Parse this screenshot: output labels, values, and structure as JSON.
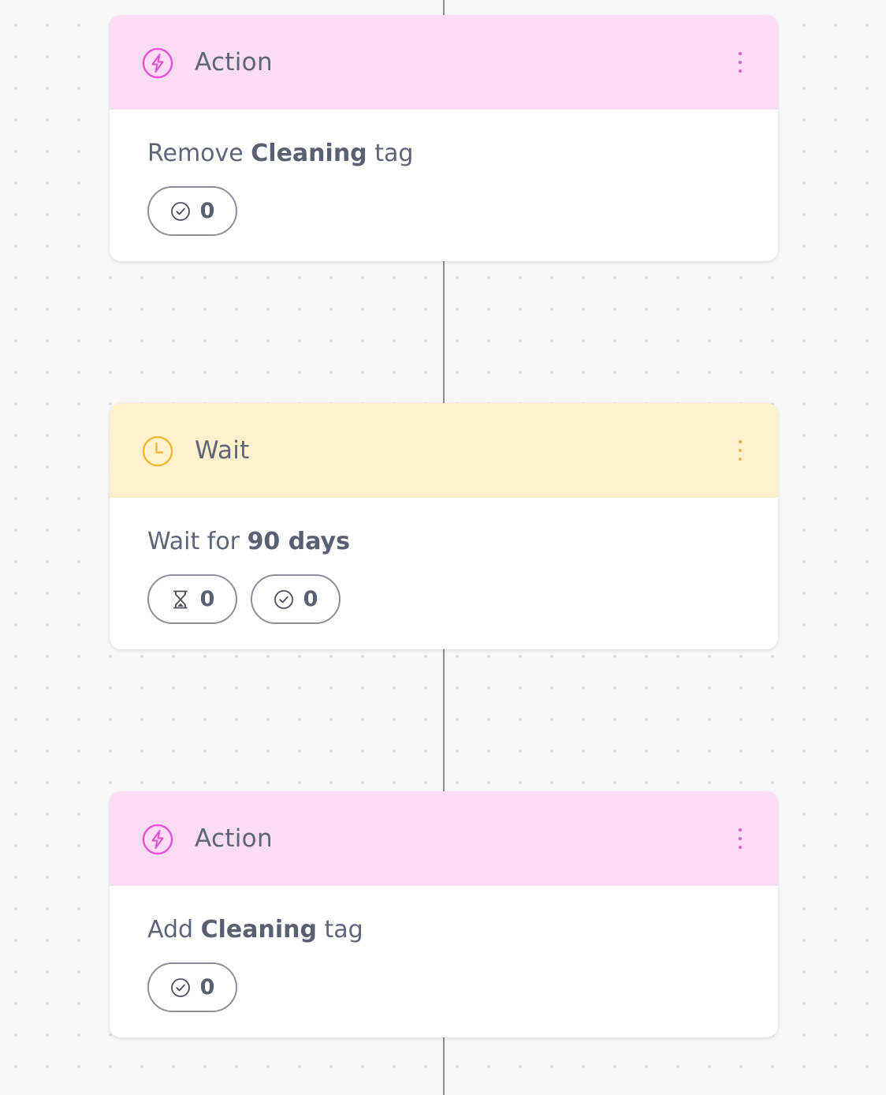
{
  "colors": {
    "action_header": "#fbdcf4",
    "action_icon": "#e255d6",
    "wait_header": "#fef0cb",
    "wait_icon": "#f0b53a",
    "text": "#5f6478",
    "connector": "#8a8d97"
  },
  "steps": [
    {
      "type": "action",
      "icon": "lightning-icon",
      "title": "Action",
      "description": {
        "before": "Remove ",
        "bold": "Cleaning",
        "after": " tag"
      },
      "stats": [
        {
          "icon": "check-circle-icon",
          "count": "0"
        }
      ]
    },
    {
      "type": "wait",
      "icon": "clock-icon",
      "title": "Wait",
      "description": {
        "before": "Wait for ",
        "bold": "90 days",
        "after": ""
      },
      "stats": [
        {
          "icon": "hourglass-icon",
          "count": "0"
        },
        {
          "icon": "check-circle-icon",
          "count": "0"
        }
      ]
    },
    {
      "type": "action",
      "icon": "lightning-icon",
      "title": "Action",
      "description": {
        "before": "Add ",
        "bold": "Cleaning",
        "after": " tag"
      },
      "stats": [
        {
          "icon": "check-circle-icon",
          "count": "0"
        }
      ]
    }
  ]
}
